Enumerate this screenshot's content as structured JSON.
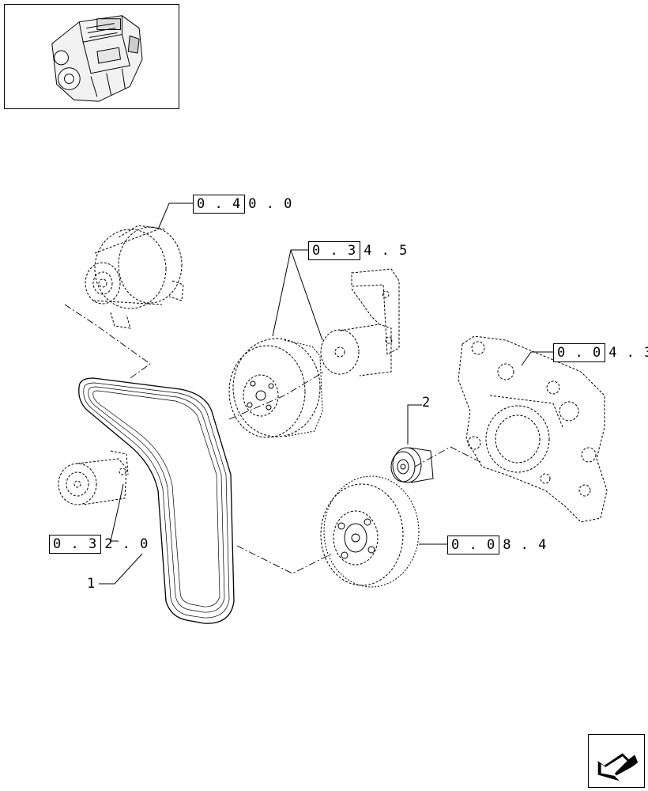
{
  "thumbnail": {
    "icon": "engine-thumbnail",
    "alt": ""
  },
  "refs": [
    {
      "boxed": "0 . 4",
      "rest": "0 . 0"
    },
    {
      "boxed": "0 . 3",
      "rest": "4 . 5"
    },
    {
      "boxed": "0 . 0",
      "rest": "4 . 3"
    },
    {
      "boxed": "0 . 3",
      "rest": "2 . 0"
    },
    {
      "boxed": "0 . 0",
      "rest": "8 . 4"
    }
  ],
  "callouts": [
    {
      "label": "1"
    },
    {
      "label": "2"
    }
  ],
  "nav": {
    "icon": "previous-page-arrow-icon"
  }
}
